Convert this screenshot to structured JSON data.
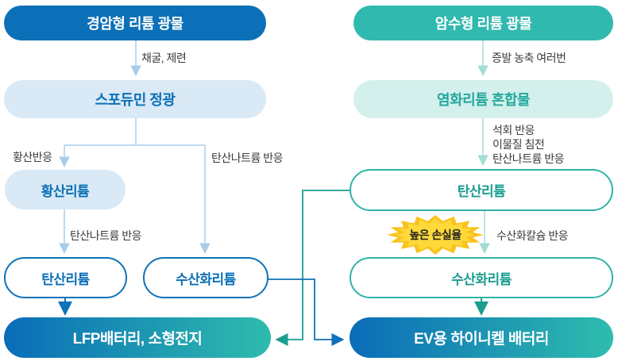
{
  "left_flow": {
    "source": "경암형 리튬 광물",
    "step1_label": "채굴, 제련",
    "concentrate": "스포듀민 정광",
    "branch_left_label": "황산반응",
    "branch_right_label": "탄산나트륨 반응",
    "sulfate": "황산리튬",
    "sulfate_step_label": "탄산나트륨 반응",
    "carbonate": "탄산리튬",
    "hydroxide": "수산화리튬",
    "battery": "LFP배터리, 소형전지"
  },
  "right_flow": {
    "source": "암수형 리튬 광물",
    "step1_label": "증발 농축 여러번",
    "mixture": "염화리튬 혼합물",
    "step2_labels": [
      "석회 반응",
      "이물질 침전",
      "탄산나트륨 반응"
    ],
    "carbonate": "탄산리튬",
    "loss_badge": "높은 손실율",
    "step3_label": "수산화칼슘 반응",
    "hydroxide": "수산화리튬",
    "battery": "EV용 하이니켈 배터리"
  },
  "colors": {
    "blue": "#0b70b7",
    "blue_light": "#d9e9f5",
    "teal": "#30b9af",
    "teal_light": "#d4f0ec",
    "teal_dark": "#1a9e90",
    "arrow_blue_light": "#a9cde9",
    "arrow_teal_light": "#a5dcd4",
    "gradient_start": "#0a6cb8",
    "gradient_end": "#2ebcad",
    "badge_yellow": "#ffd93a",
    "badge_yellow_dark": "#f9c21d",
    "label_text": "#3b3b3b"
  }
}
